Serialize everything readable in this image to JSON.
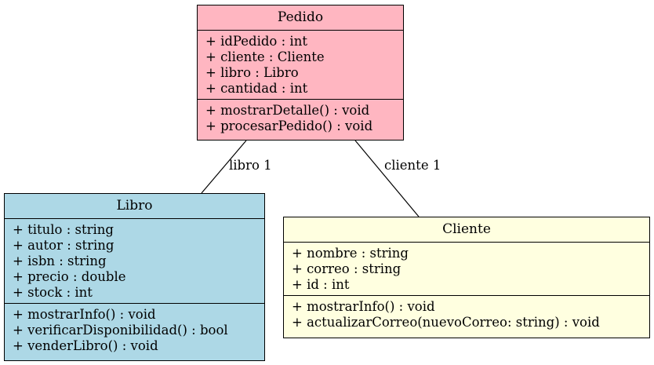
{
  "classes": {
    "pedido": {
      "name": "Pedido",
      "color": "#ffb6c1",
      "attributes": [
        "+ idPedido : int",
        "+ cliente : Cliente",
        "+ libro : Libro",
        "+ cantidad : int"
      ],
      "methods": [
        "+ mostrarDetalle() : void",
        "+ procesarPedido() : void"
      ]
    },
    "libro": {
      "name": "Libro",
      "color": "#add8e6",
      "attributes": [
        "+ titulo : string",
        "+ autor : string",
        "+ isbn : string",
        "+ precio : double",
        "+ stock : int"
      ],
      "methods": [
        "+ mostrarInfo() : void",
        "+ verificarDisponibilidad() : bool",
        "+ venderLibro() : void"
      ]
    },
    "cliente": {
      "name": "Cliente",
      "color": "#ffffe0",
      "attributes": [
        "+ nombre : string",
        "+ correo : string",
        "+ id : int"
      ],
      "methods": [
        "+ mostrarInfo() : void",
        "+ actualizarCorreo(nuevoCorreo: string) : void"
      ]
    }
  },
  "associations": [
    {
      "from": "Pedido",
      "to": "Libro",
      "label": "libro 1"
    },
    {
      "from": "Pedido",
      "to": "Cliente",
      "label": "cliente 1"
    }
  ]
}
